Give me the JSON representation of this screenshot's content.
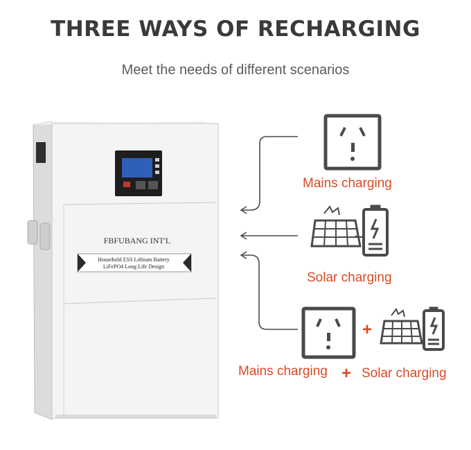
{
  "header": {
    "title": "THREE WAYS OF RECHARGING",
    "subtitle": "Meet the needs of different scenarios"
  },
  "product": {
    "brand": "FBFUBANG INT'L",
    "label_line1": "Household ESS Lithium Battery",
    "label_line2": "LiFePO4 Long Life Design"
  },
  "options": [
    {
      "label": "Mains charging",
      "icon": "power-outlet-icon"
    },
    {
      "label": "Solar charging",
      "icon": "solar-panel-battery-icon"
    },
    {
      "label_left": "Mains charging",
      "plus": "+",
      "label_right": "Solar charging",
      "icons": [
        "power-outlet-icon",
        "solar-panel-battery-icon"
      ]
    }
  ],
  "colors": {
    "accent": "#d94a25",
    "icon": "#4a4a4a",
    "title": "#3a3a3a"
  }
}
